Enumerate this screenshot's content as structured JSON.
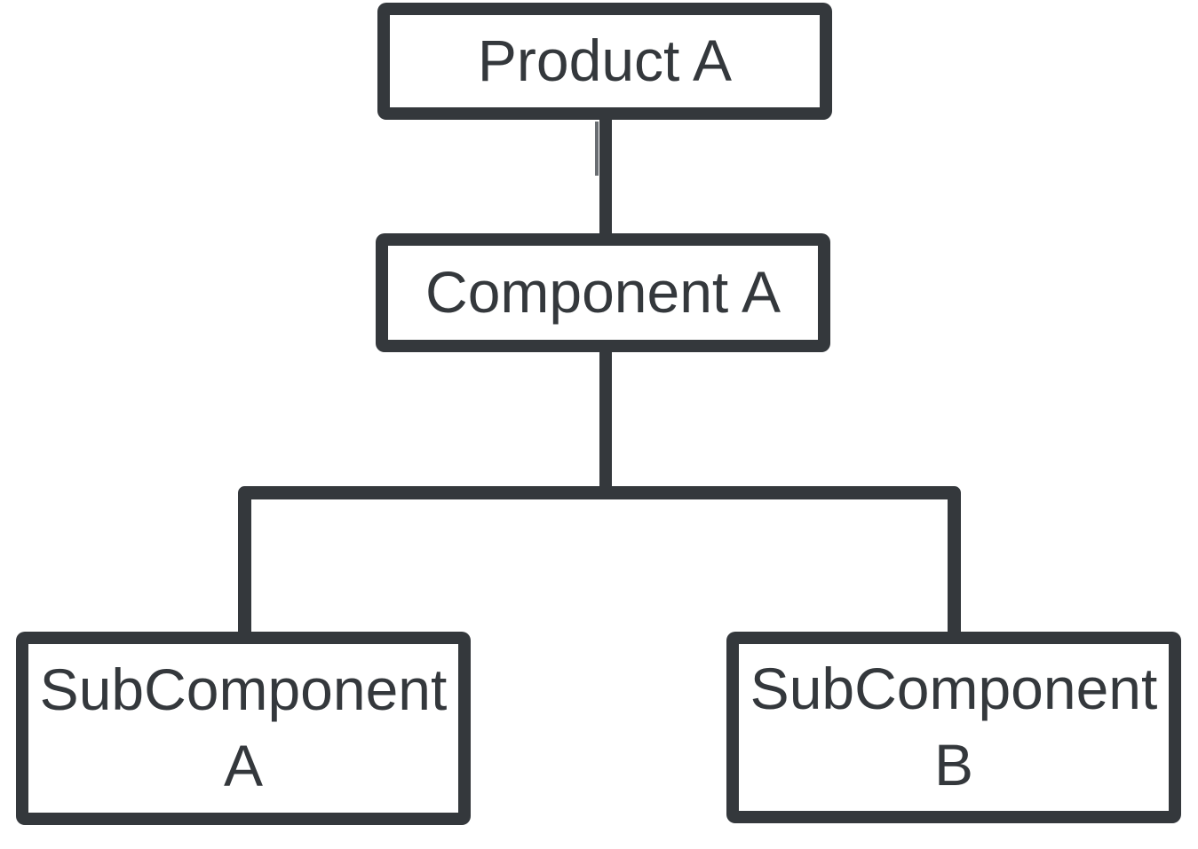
{
  "diagram": {
    "type": "hierarchy",
    "background_color": "#ffffff",
    "line_color": "#34383c",
    "text_color": "#34383c",
    "node_fill": "#ffffff",
    "nodes": [
      {
        "id": "product-a",
        "level": 0,
        "lines": [
          "Product A"
        ]
      },
      {
        "id": "component-a",
        "level": 1,
        "lines": [
          "Component A"
        ]
      },
      {
        "id": "subcomponent-a",
        "level": 2,
        "lines": [
          "SubComponent",
          "A"
        ]
      },
      {
        "id": "subcomponent-b",
        "level": 2,
        "lines": [
          "SubComponent",
          "B"
        ]
      }
    ],
    "edges": [
      {
        "from": "Product A",
        "to": "Component A"
      },
      {
        "from": "Component A",
        "to": "SubComponent A"
      },
      {
        "from": "Component A",
        "to": "SubComponent B"
      }
    ]
  }
}
